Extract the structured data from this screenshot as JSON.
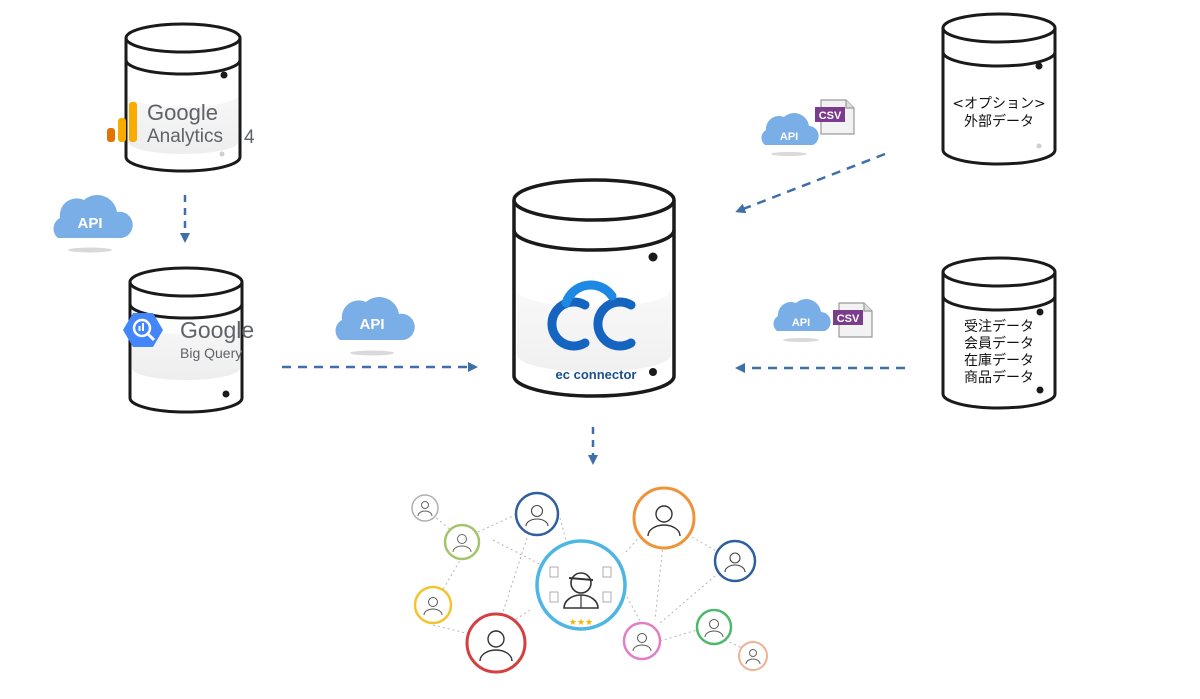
{
  "nodes": {
    "ga4": {
      "brand": "Google",
      "product": "Analytics",
      "version": "4"
    },
    "bigquery": {
      "brand": "Google",
      "product": "Big Query"
    },
    "ec_connector": {
      "name": "ec connector"
    },
    "external": {
      "lines": [
        "<オプション>",
        "外部データ"
      ]
    },
    "store": {
      "lines": [
        "受注データ",
        "会員データ",
        "在庫データ",
        "商品データ"
      ]
    }
  },
  "badges": {
    "api": "API",
    "csv": "CSV"
  },
  "colors": {
    "api_cloud": "#7aaee6",
    "csv_tab": "#7b3c8c",
    "arrow": "#3f6fa8",
    "ec_logo": "#1565c0",
    "ga_orange": "#f9ab00",
    "ga_dark_orange": "#e37400",
    "bq_blue": "#4386fa"
  },
  "customers": {
    "center_rating": "★★★"
  }
}
